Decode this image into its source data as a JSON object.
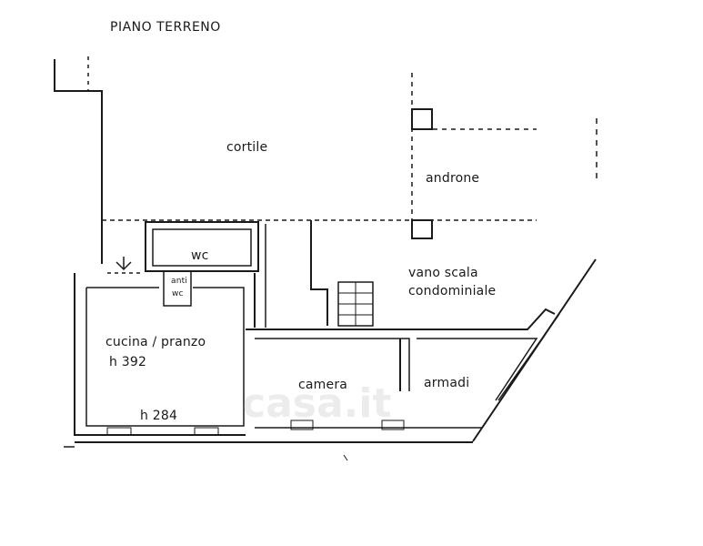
{
  "plan": {
    "title": "PIANO TERRENO",
    "rooms": {
      "cortile": "cortile",
      "androne": "androne",
      "wc": "wc",
      "anti_wc_1": "anti",
      "anti_wc_2": "wc",
      "vano_scala_1": "vano scala",
      "vano_scala_2": "condominiale",
      "cucina": "cucina / pranzo",
      "h_cucina": "h 392",
      "h_bottom": "h 284",
      "camera": "camera",
      "armadi": "armadi"
    },
    "watermark": "casa.it"
  },
  "colors": {
    "line": "#1a1a1a",
    "background": "#ffffff",
    "watermark": "#b4b4b4"
  }
}
